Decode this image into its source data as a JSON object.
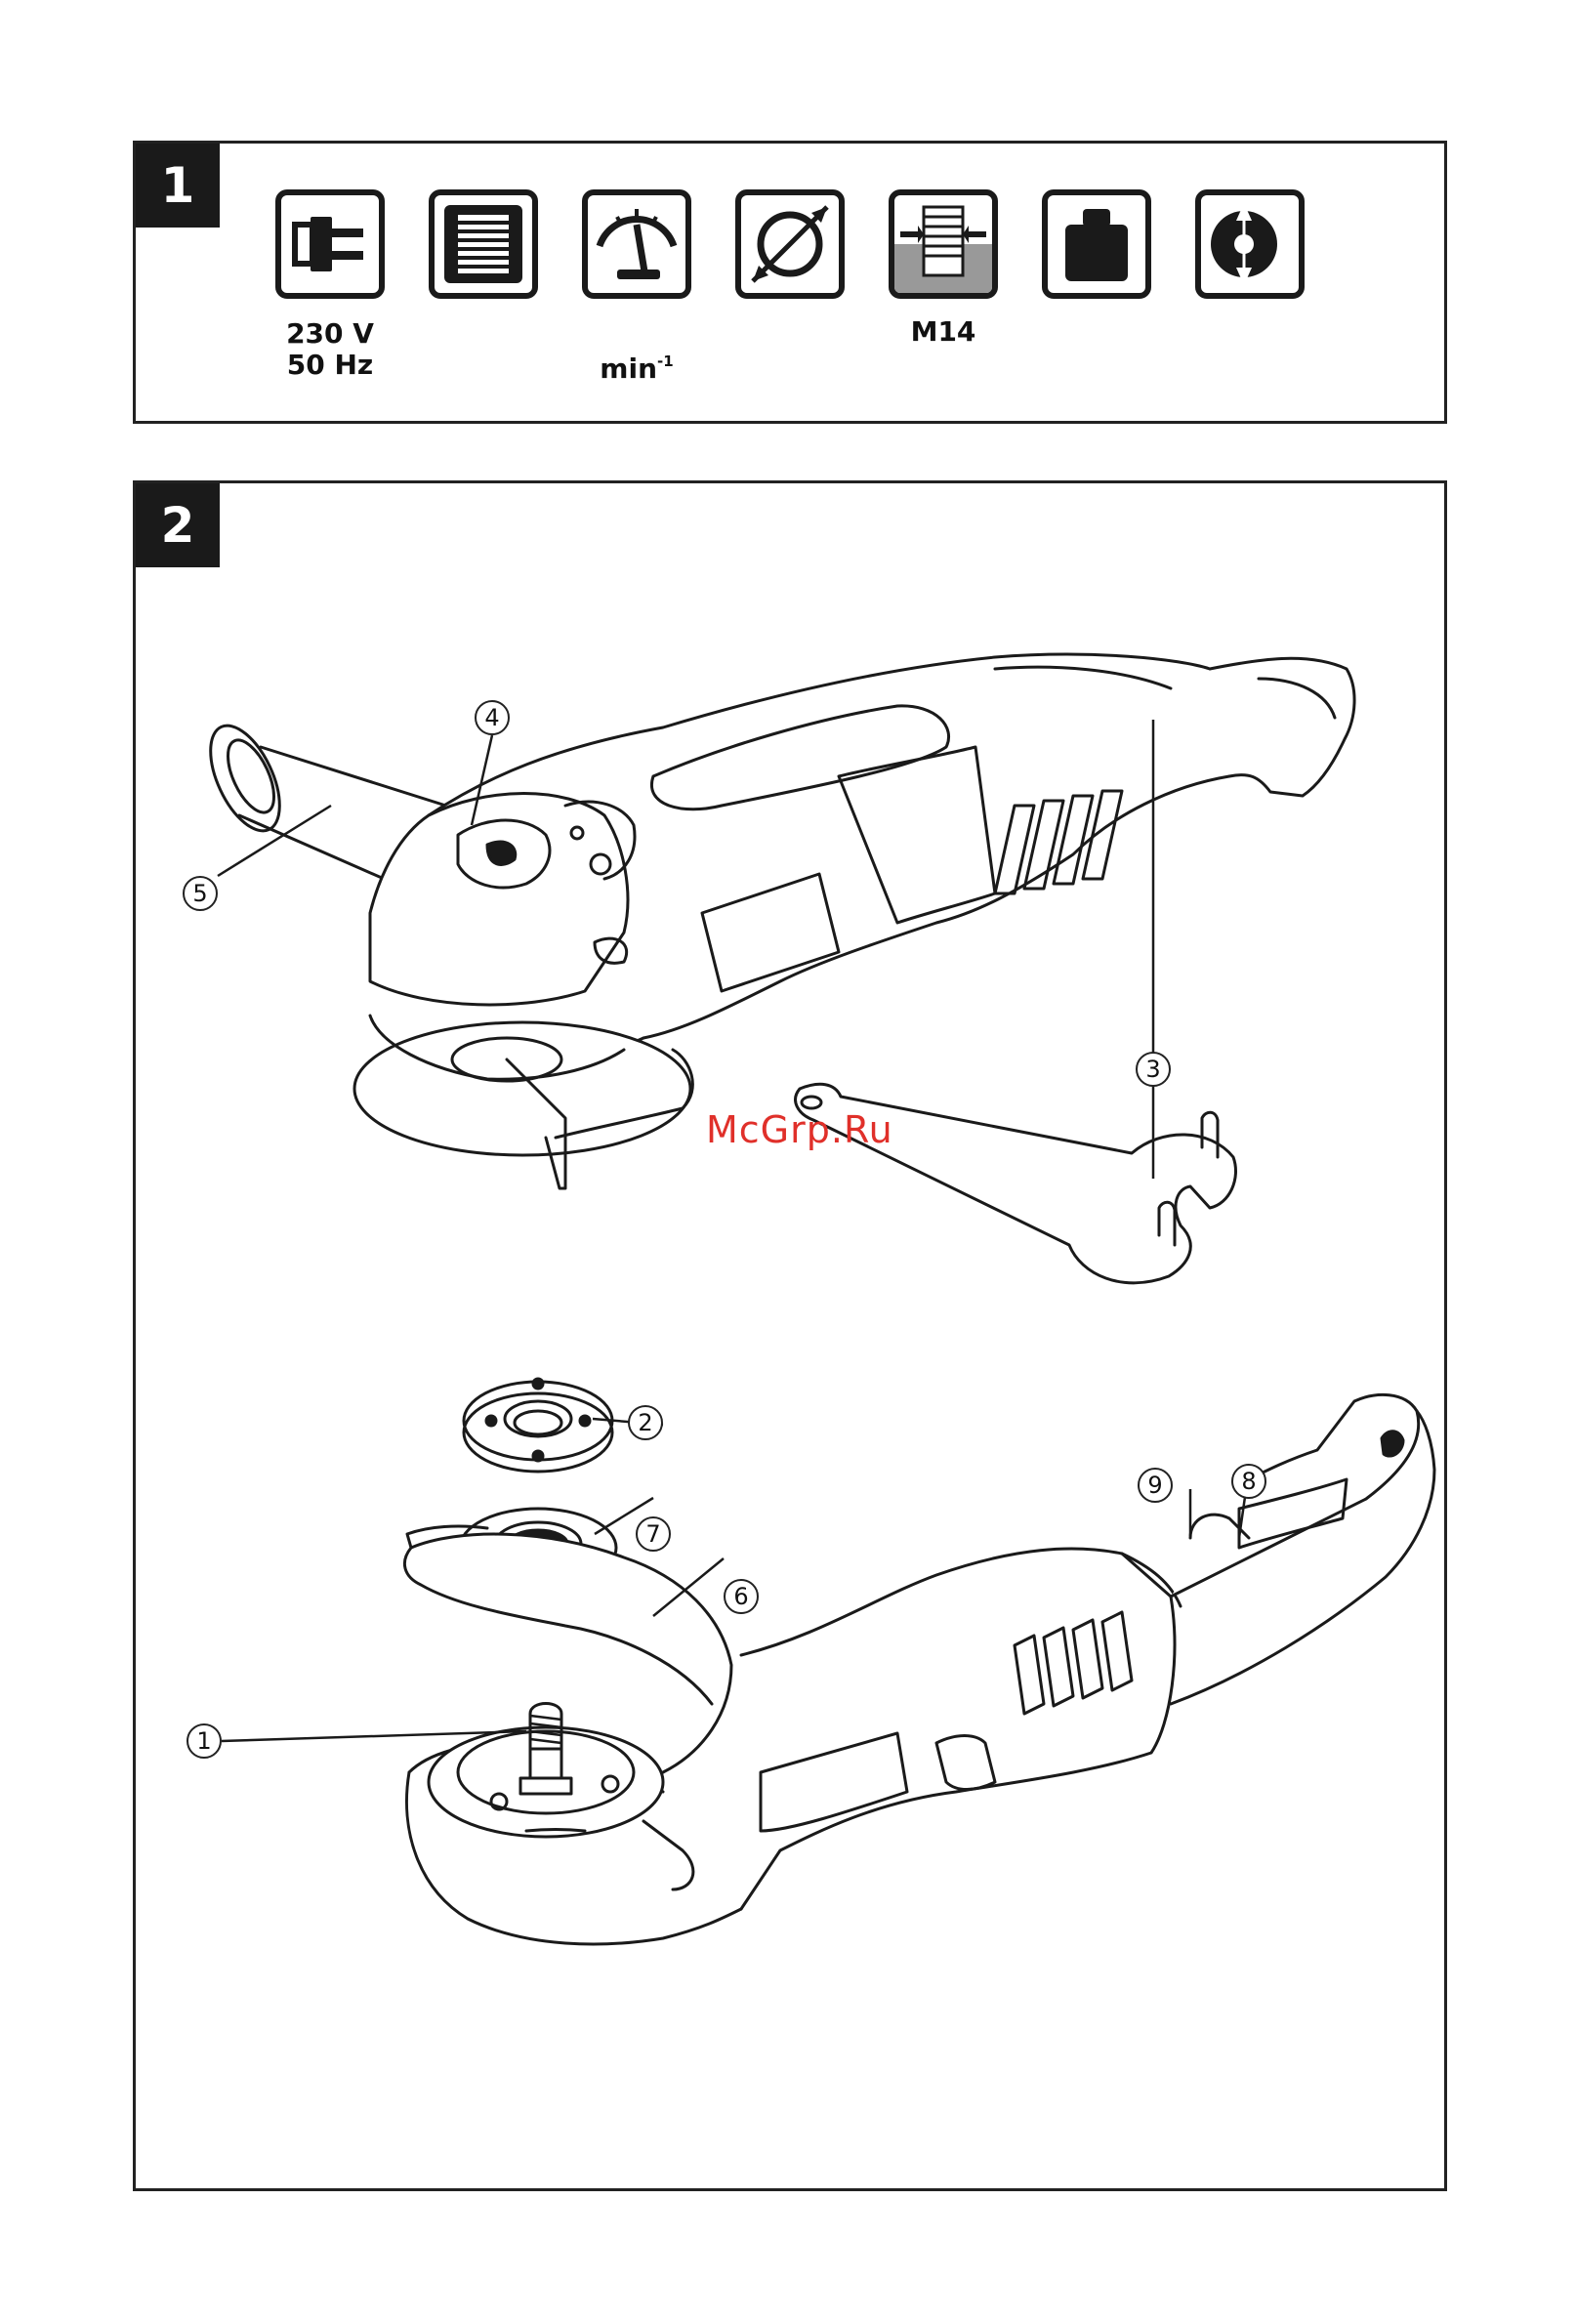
{
  "panel1": {
    "number": "1",
    "icons": [
      {
        "icon": "plug-icon",
        "label_line1": "230 V",
        "label_line2": "50 Hz"
      },
      {
        "icon": "motor-power-icon"
      },
      {
        "icon": "speed-gauge-icon",
        "label": "min",
        "label_sup": "-1"
      },
      {
        "icon": "disc-diameter-icon"
      },
      {
        "icon": "spindle-thread-icon",
        "label": "M14"
      },
      {
        "icon": "weight-icon"
      },
      {
        "icon": "disc-bore-icon"
      }
    ]
  },
  "panel2": {
    "number": "2",
    "watermark": "McGrp.Ru",
    "callouts": [
      "1",
      "2",
      "3",
      "4",
      "5",
      "6",
      "7",
      "8",
      "9"
    ]
  },
  "colors": {
    "ink": "#1a1a1a",
    "watermark": "#e0302a"
  }
}
